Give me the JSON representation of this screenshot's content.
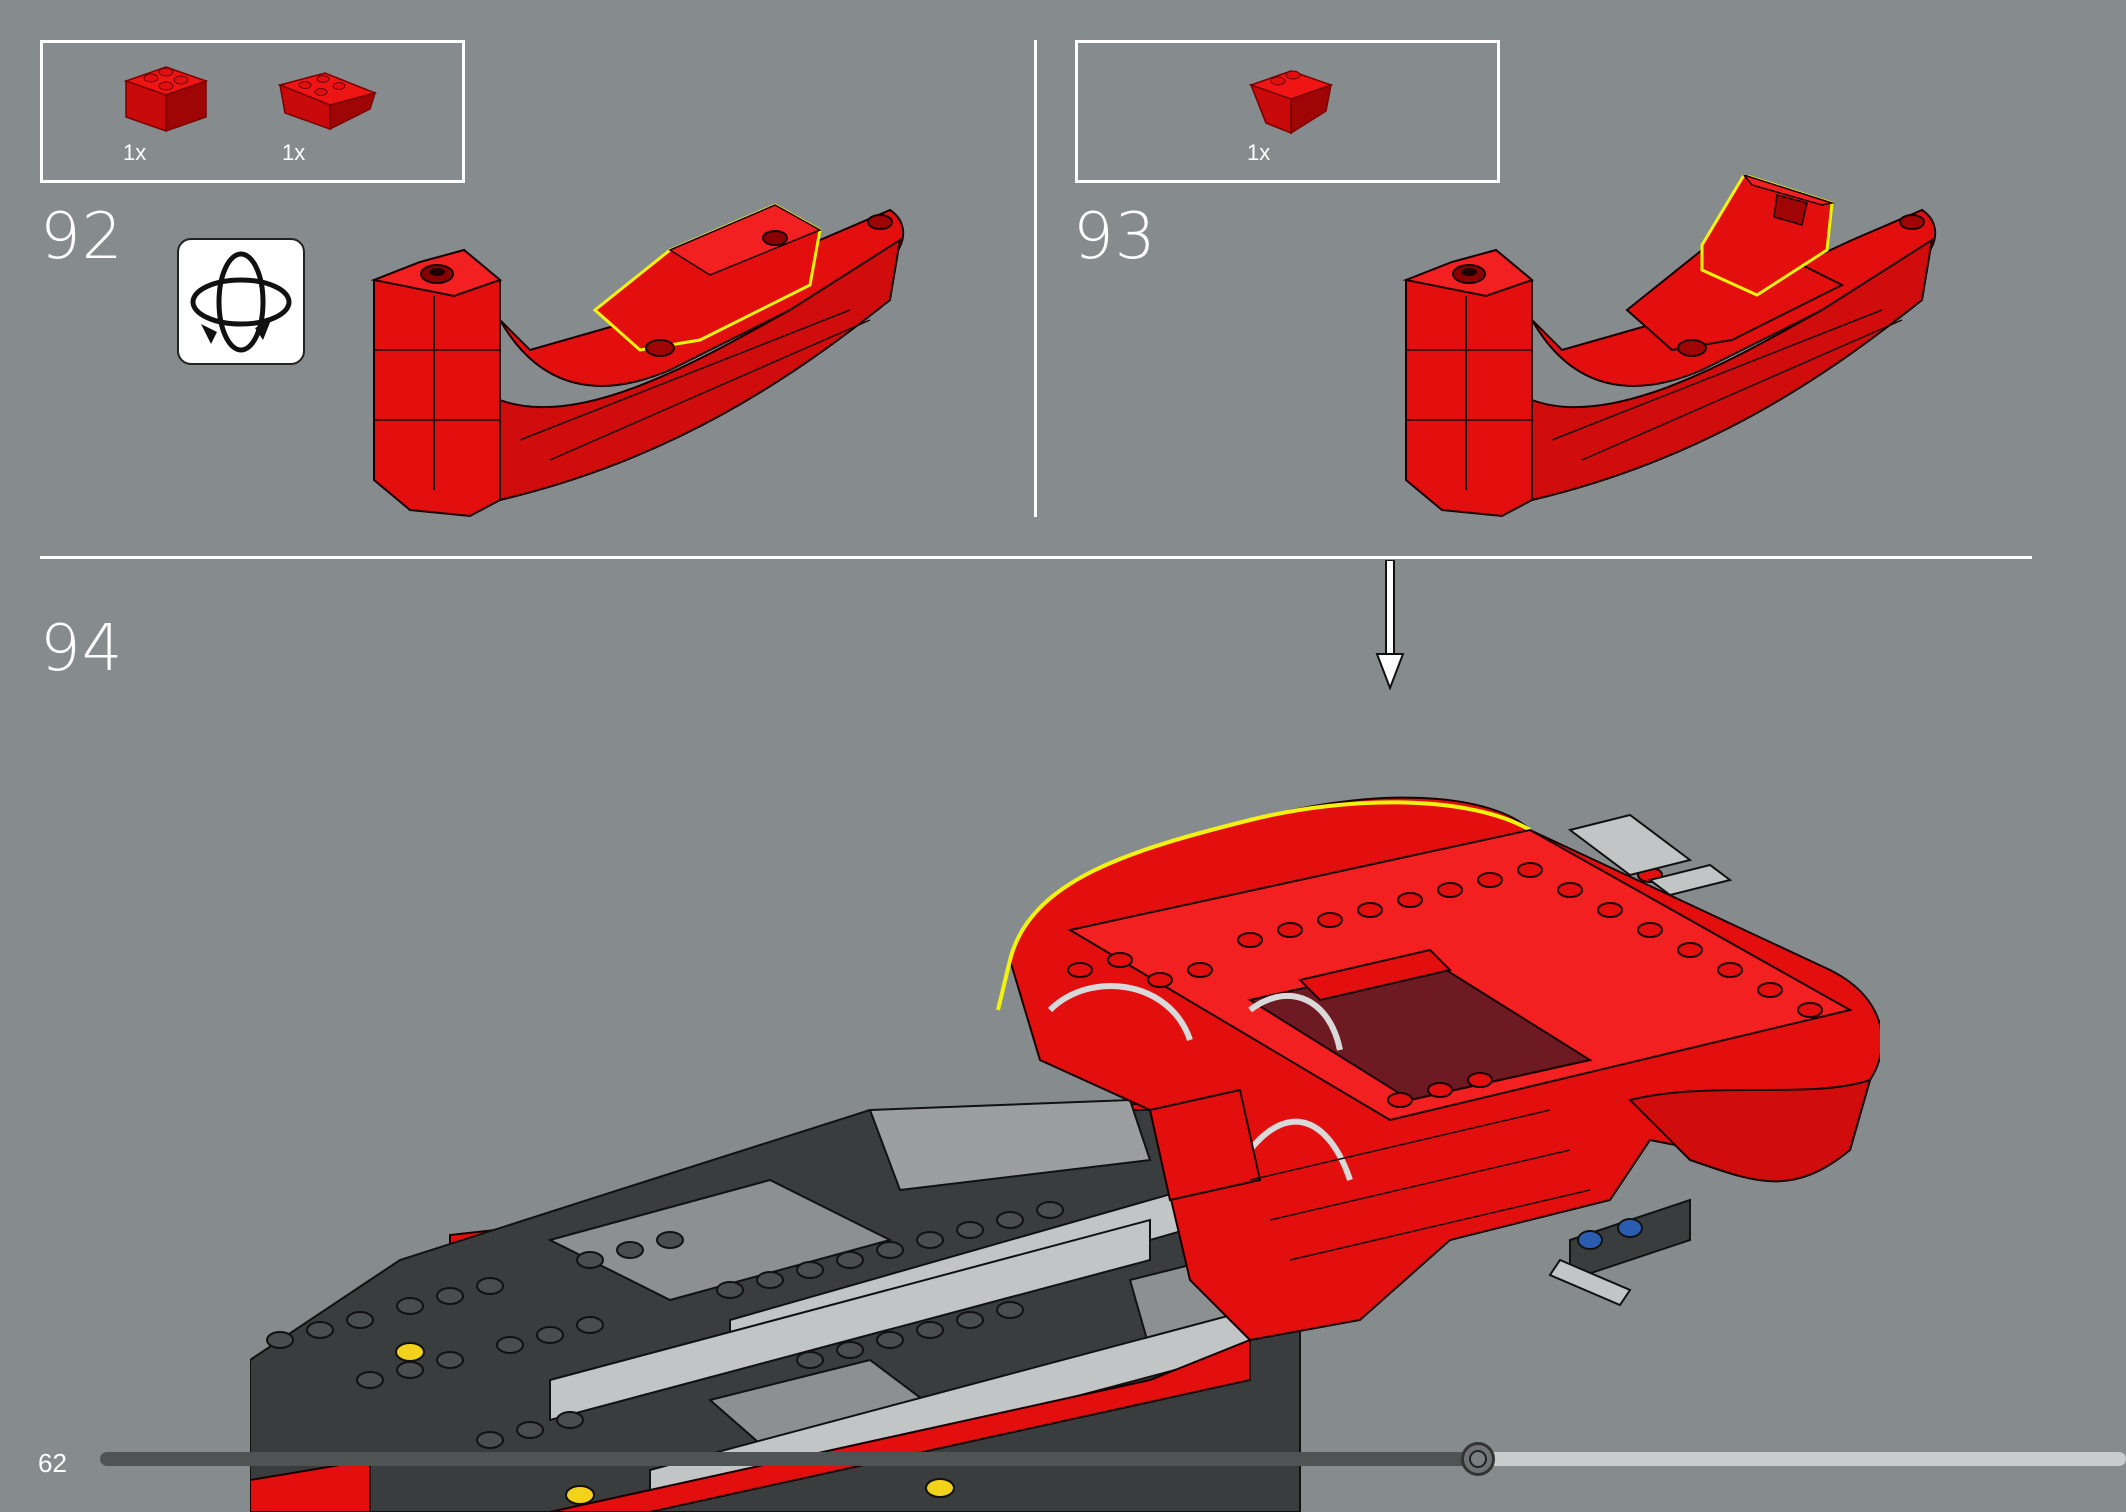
{
  "steps": [
    {
      "number": "92",
      "parts": [
        {
          "qty": "1x",
          "icon": "red-brick-2x2-icon"
        },
        {
          "qty": "1x",
          "icon": "red-slope-inverted-icon"
        }
      ],
      "has_rotate_icon": true
    },
    {
      "number": "93",
      "parts": [
        {
          "qty": "1x",
          "icon": "red-slope-2x2-icon"
        }
      ]
    },
    {
      "number": "94",
      "parts": []
    }
  ],
  "page": {
    "number": "62"
  },
  "progress": {
    "value": 0.68
  },
  "colors": {
    "background": "#868c8d",
    "brick_red": "#e30f0f",
    "highlight": "#f2f20f",
    "dark_grey": "#3a3d3e"
  },
  "icons": {
    "rotate": "rotate-model-icon"
  }
}
